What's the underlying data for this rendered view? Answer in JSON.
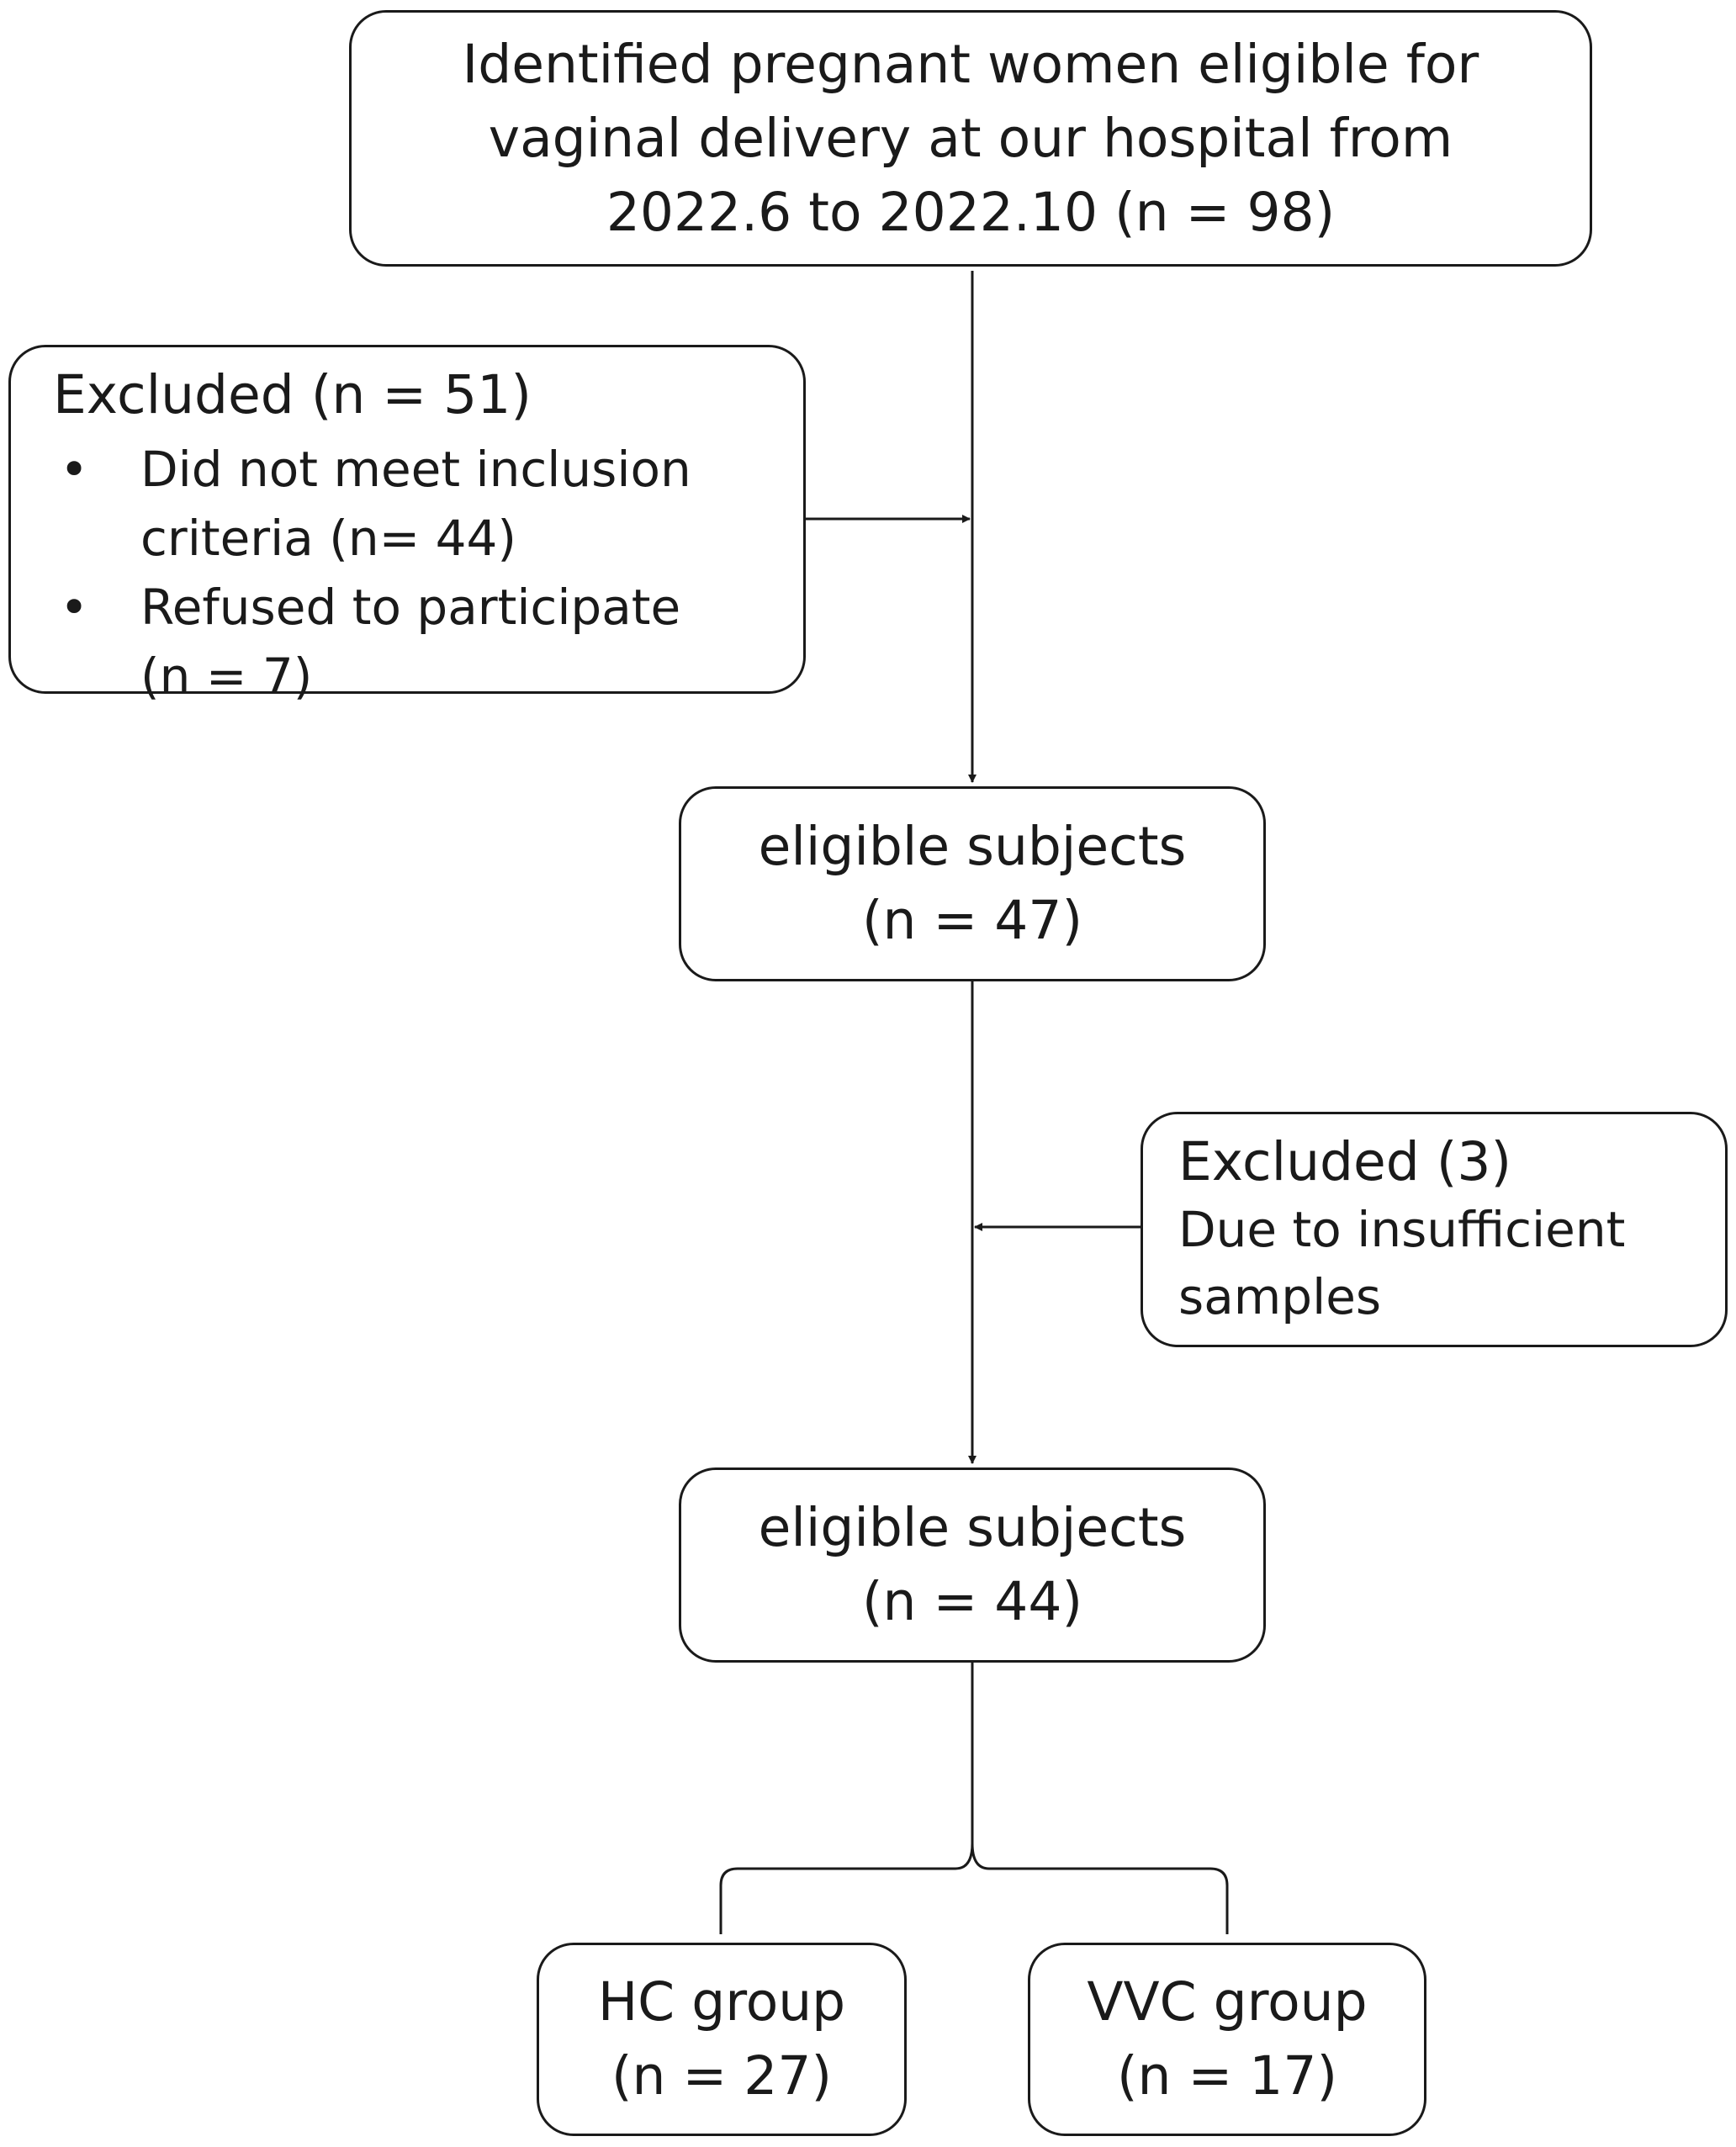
{
  "diagram": {
    "top_box": {
      "lines": [
        "Identified pregnant women eligible for",
        "vaginal delivery at our hospital from",
        "2022.6 to 2022.10 (n = 98)"
      ]
    },
    "excluded_1": {
      "title": "Excluded (n = 51)",
      "bullet_symbol": "•",
      "bullets": [
        {
          "lines": [
            "Did not meet inclusion",
            "criteria (n= 44)"
          ]
        },
        {
          "lines": [
            "Refused to participate",
            "(n = 7)"
          ]
        }
      ]
    },
    "eligible_1": {
      "lines": [
        "eligible subjects",
        "(n = 47)"
      ]
    },
    "excluded_2": {
      "lines": [
        "Excluded (3)",
        "Due to insufficient",
        "samples"
      ]
    },
    "eligible_2": {
      "lines": [
        "eligible subjects",
        "(n = 44)"
      ]
    },
    "hc_group": {
      "lines": [
        "HC group",
        "(n = 27)"
      ]
    },
    "vvc_group": {
      "lines": [
        "VVC group",
        "(n = 17)"
      ]
    }
  }
}
